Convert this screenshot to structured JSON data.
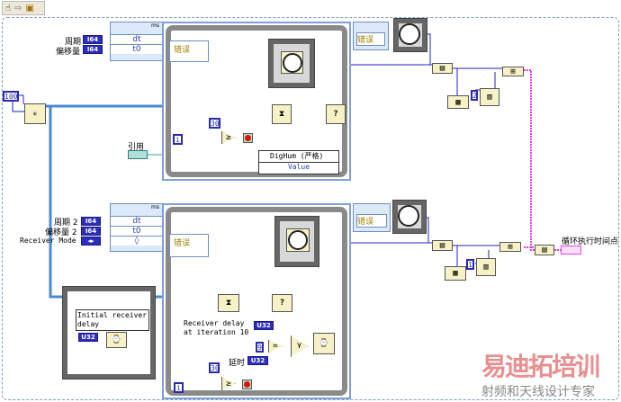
{
  "toolbar": {
    "icons": [
      "hand-icon",
      "arrow-icon",
      "run-icon"
    ]
  },
  "loop1": {
    "header_unit": "ms",
    "inputs": [
      {
        "label": "周期",
        "type": "I64",
        "term": "dt"
      },
      {
        "label": "偏移量",
        "type": "I64",
        "term": "t0"
      }
    ],
    "error_label": "错误",
    "queue_size": "100",
    "stop_const": "30",
    "iter": "i",
    "ref_label": "引用",
    "property_node": {
      "title": "DigHum (严格)",
      "property": "Value"
    },
    "right_error": "错误",
    "index_const": "2"
  },
  "loop2": {
    "header_unit": "ms",
    "inputs": [
      {
        "label": "周期 2",
        "type": "I64",
        "term": "dt"
      },
      {
        "label": "偏移量 2",
        "type": "I64",
        "term": "t0"
      },
      {
        "label": "Receiver Mode",
        "type": "◂▸",
        "term": "◊"
      }
    ],
    "error_label": "错误",
    "initial_delay_label": "Initial receiver delay",
    "u32": "U32",
    "delay10_label": "Receiver delay at iteration 10",
    "eq_const": "9",
    "delay_label": "延时",
    "stop_const": "30",
    "iter": "i",
    "right_error": "错误",
    "index_const": "1"
  },
  "output_label": "循环执行时间点",
  "watermark": {
    "main": "易迪拓培训",
    "sub": "射频和天线设计专家"
  },
  "colors": {
    "wire_blue": "#2020c0",
    "queue_wire": "#4a8ad0",
    "cluster_wire": "#e040e0",
    "node": "#f6f2c6"
  }
}
